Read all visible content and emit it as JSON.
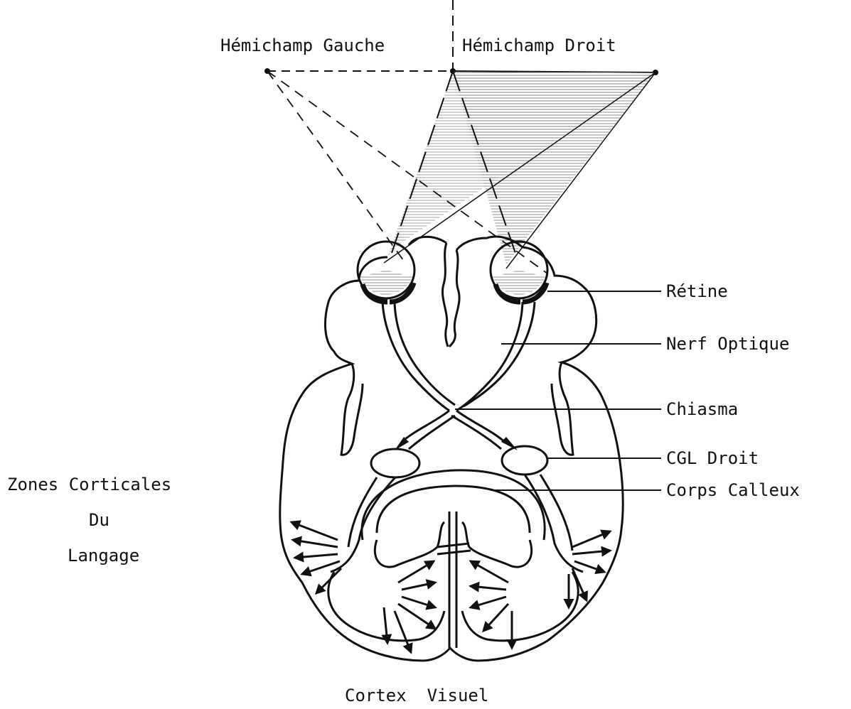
{
  "labels": {
    "hemifield_left": "Hémichamp Gauche",
    "hemifield_right": "Hémichamp Droit",
    "retina": "Rétine",
    "optic_nerve": "Nerf Optique",
    "chiasm": "Chiasma",
    "lgn_right": "CGL Droit",
    "corpus_callosum": "Corps Calleux",
    "language_line1": "Zones Corticales",
    "language_line2": "Du",
    "language_line3": "Langage",
    "visual_cortex": "Cortex  Visuel"
  },
  "colors": {
    "ink": "#111111",
    "background": "#ffffff",
    "hatch": "#666666"
  }
}
